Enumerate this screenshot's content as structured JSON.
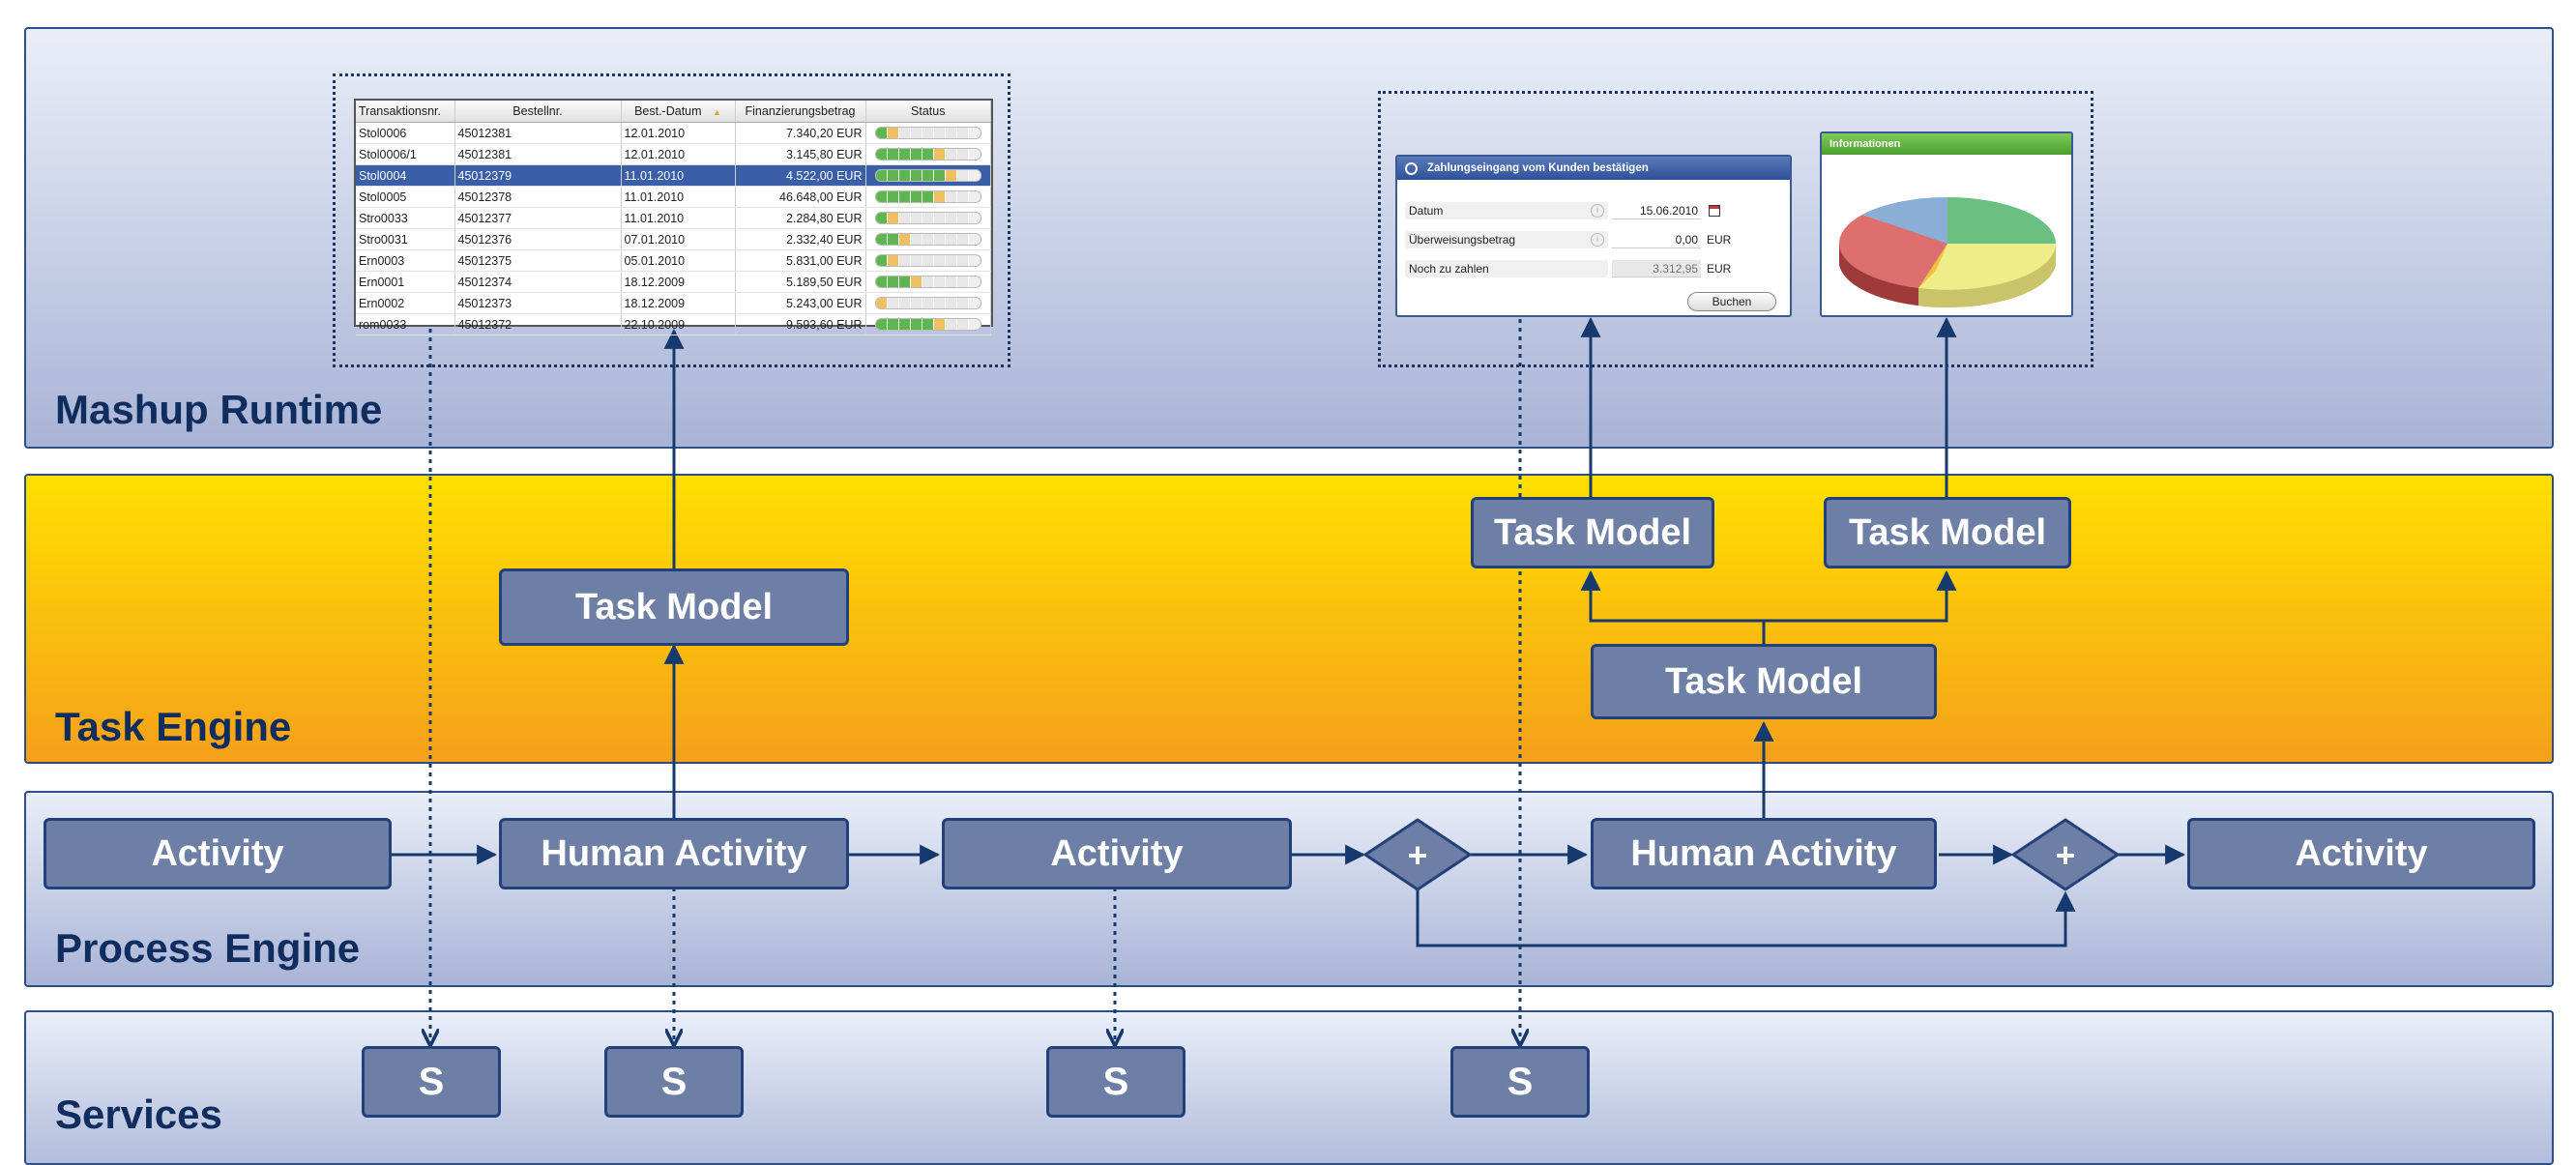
{
  "layers": {
    "mashup": "Mashup Runtime",
    "task": "Task Engine",
    "process": "Process Engine",
    "services": "Services"
  },
  "task_models": [
    "Task Model",
    "Task Model",
    "Task Model",
    "Task Model"
  ],
  "process": {
    "activity_1": "Activity",
    "human_activity_1": "Human Activity",
    "activity_2": "Activity",
    "gateway_1": "+",
    "human_activity_2": "Human Activity",
    "gateway_2": "+",
    "activity_3": "Activity"
  },
  "services": [
    "S",
    "S",
    "S",
    "S"
  ],
  "table_widget": {
    "headers": [
      "Transaktionsnr.",
      "Bestellnr.",
      "Best.-Datum",
      "Finanzierungsbetrag",
      "Status"
    ],
    "rows": [
      {
        "id": "Stol0006",
        "order": "45012381",
        "date": "12.01.2010",
        "amount": "7.340,20 EUR",
        "status": [
          2,
          1,
          0,
          0,
          0,
          0,
          0,
          0
        ],
        "selected": false
      },
      {
        "id": "Stol0006/1",
        "order": "45012381",
        "date": "12.01.2010",
        "amount": "3.145,80 EUR",
        "status": [
          2,
          2,
          2,
          2,
          2,
          1,
          0,
          0
        ],
        "selected": false
      },
      {
        "id": "Stol0004",
        "order": "45012379",
        "date": "11.01.2010",
        "amount": "4.522,00 EUR",
        "status": [
          2,
          2,
          2,
          2,
          2,
          2,
          1,
          0
        ],
        "selected": true
      },
      {
        "id": "Stol0005",
        "order": "45012378",
        "date": "11.01.2010",
        "amount": "46.648,00 EUR",
        "status": [
          2,
          2,
          2,
          2,
          2,
          1,
          0,
          0
        ],
        "selected": false
      },
      {
        "id": "Stro0033",
        "order": "45012377",
        "date": "11.01.2010",
        "amount": "2.284,80 EUR",
        "status": [
          2,
          1,
          0,
          0,
          0,
          0,
          0,
          0
        ],
        "selected": false
      },
      {
        "id": "Stro0031",
        "order": "45012376",
        "date": "07.01.2010",
        "amount": "2.332,40 EUR",
        "status": [
          2,
          2,
          1,
          0,
          0,
          0,
          0,
          0
        ],
        "selected": false
      },
      {
        "id": "Ern0003",
        "order": "45012375",
        "date": "05.01.2010",
        "amount": "5.831,00 EUR",
        "status": [
          2,
          1,
          0,
          0,
          0,
          0,
          0,
          0
        ],
        "selected": false
      },
      {
        "id": "Ern0001",
        "order": "45012374",
        "date": "18.12.2009",
        "amount": "5.189,50 EUR",
        "status": [
          2,
          2,
          2,
          1,
          0,
          0,
          0,
          0
        ],
        "selected": false
      },
      {
        "id": "Ern0002",
        "order": "45012373",
        "date": "18.12.2009",
        "amount": "5.243,00 EUR",
        "status": [
          1,
          0,
          0,
          0,
          0,
          0,
          0,
          0
        ],
        "selected": false
      },
      {
        "id": "rom0033",
        "order": "45012372",
        "date": "22.10.2009",
        "amount": "9.593,60 EUR",
        "status": [
          2,
          2,
          2,
          2,
          2,
          1,
          0,
          0
        ],
        "selected": false
      }
    ]
  },
  "form_widget": {
    "title": "Zahlungseingang vom Kunden bestätigen",
    "datum_label": "Datum",
    "datum_value": "15.06.2010",
    "ueberweisung_label": "Überweisungsbetrag",
    "ueberweisung_value": "0,00",
    "ueberweisung_unit": "EUR",
    "noch_label": "Noch zu zahlen",
    "noch_value": "3.312,95",
    "noch_unit": "EUR",
    "button": "Buchen"
  },
  "info_widget": {
    "title": "Informationen"
  },
  "colors": {
    "box_fill": "#6e7fa6",
    "box_border": "#22407a",
    "connector": "#173a6e",
    "label": "#0f2d5e",
    "status_green": "#5fb54f",
    "status_yellow": "#efc062"
  }
}
